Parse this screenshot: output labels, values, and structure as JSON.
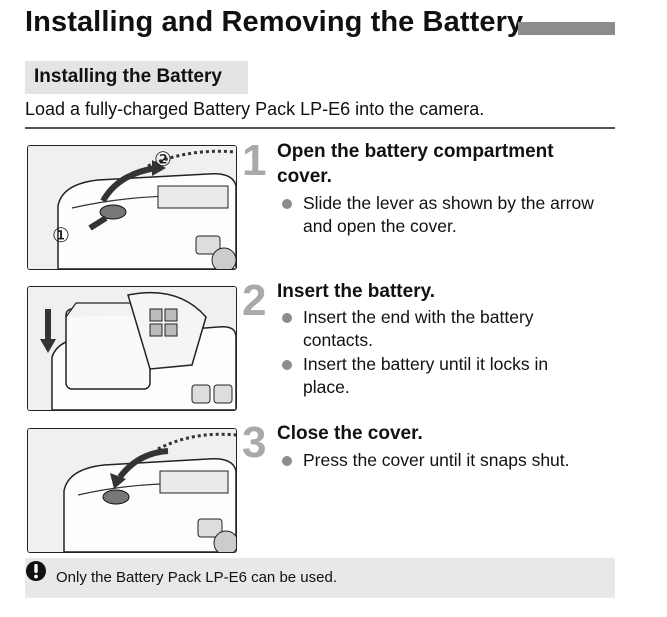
{
  "header": {
    "title": "Installing and Removing the Battery"
  },
  "section": {
    "title": "Installing the Battery",
    "intro": "Load a fully-charged Battery Pack LP-E6 into the camera."
  },
  "steps": [
    {
      "number": "1",
      "title_line1": "Open the battery compartment",
      "title_line2": "cover.",
      "bullets": [
        {
          "line1": "Slide the lever as shown by the arrow",
          "line2": "and open the cover."
        }
      ],
      "callouts": [
        "①",
        "②"
      ]
    },
    {
      "number": "2",
      "title_line1": "Insert the battery.",
      "bullets": [
        {
          "line1": "Insert the end with the battery",
          "line2": "contacts."
        },
        {
          "line1": "Insert the battery until it locks in",
          "line2": "place."
        }
      ]
    },
    {
      "number": "3",
      "title_line1": "Close the cover.",
      "bullets": [
        {
          "line1": "Press the cover until it snaps shut."
        }
      ]
    }
  ],
  "caution": {
    "icon": "caution-icon",
    "text": "Only the Battery Pack LP-E6 can be used."
  },
  "colors": {
    "title_bar": "#8c8c8c",
    "section_bg": "#e4e4e4",
    "step_number": "#a9a9a9",
    "bullet": "#8c8c8c",
    "caution_bg": "#e8e8e8"
  }
}
